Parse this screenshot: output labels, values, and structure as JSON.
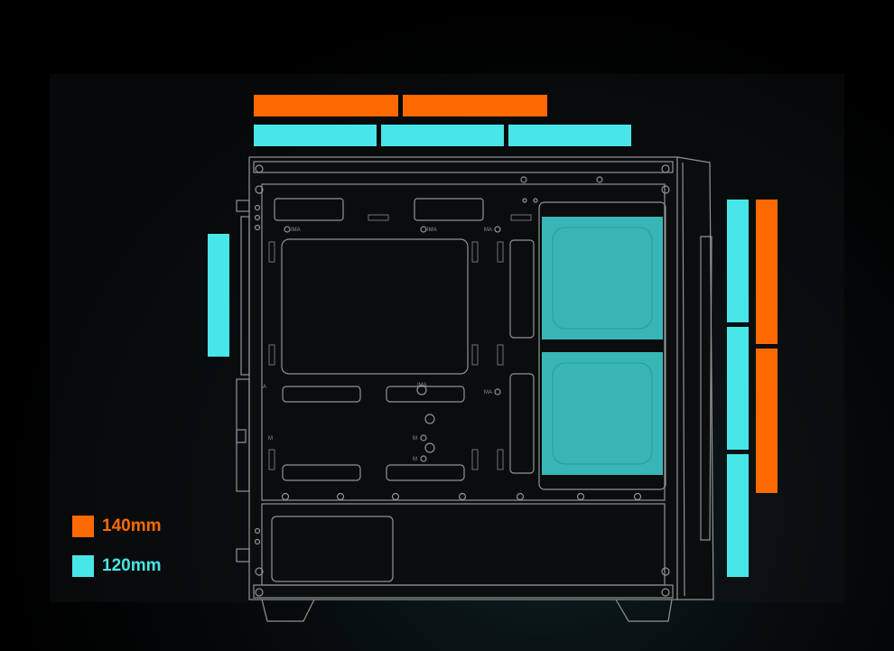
{
  "colors": {
    "fan_140": "#ff6a00",
    "fan_120": "#48e6e8",
    "case_line": "#8e9498",
    "case_bg": "#0b0d0e",
    "radiator": "#3dc6c4"
  },
  "legend": [
    {
      "label": "140mm",
      "color": "#ff6a00"
    },
    {
      "label": "120mm",
      "color": "#48e6e8"
    }
  ],
  "fan_support": {
    "top": {
      "fans_140mm": 2,
      "fans_120mm": 3
    },
    "front": {
      "fans_140mm": 2,
      "fans_120mm": 3
    },
    "rear": {
      "fans_120mm": 1
    }
  },
  "case_markings": [
    "IMA",
    "IMA",
    "MA",
    "MA",
    "IMA",
    "M",
    "M",
    "M",
    "A"
  ]
}
